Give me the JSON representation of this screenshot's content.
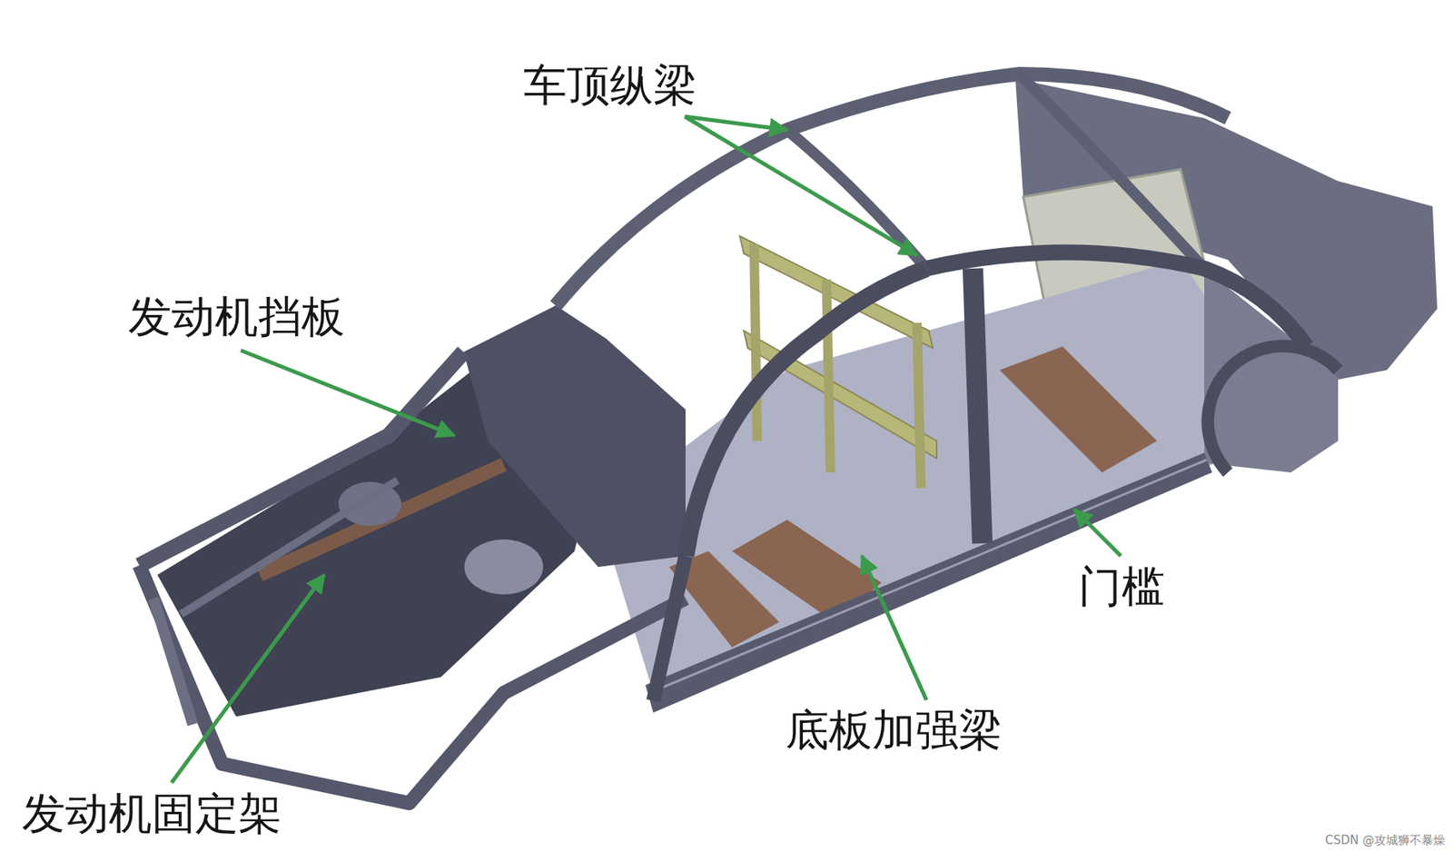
{
  "diagram": {
    "labels": [
      "车顶纵梁",
      "发动机挡板",
      "门槛",
      "底板加强梁",
      "发动机固定架",
      "CSDN @攻城狮不暴燥"
    ]
  }
}
